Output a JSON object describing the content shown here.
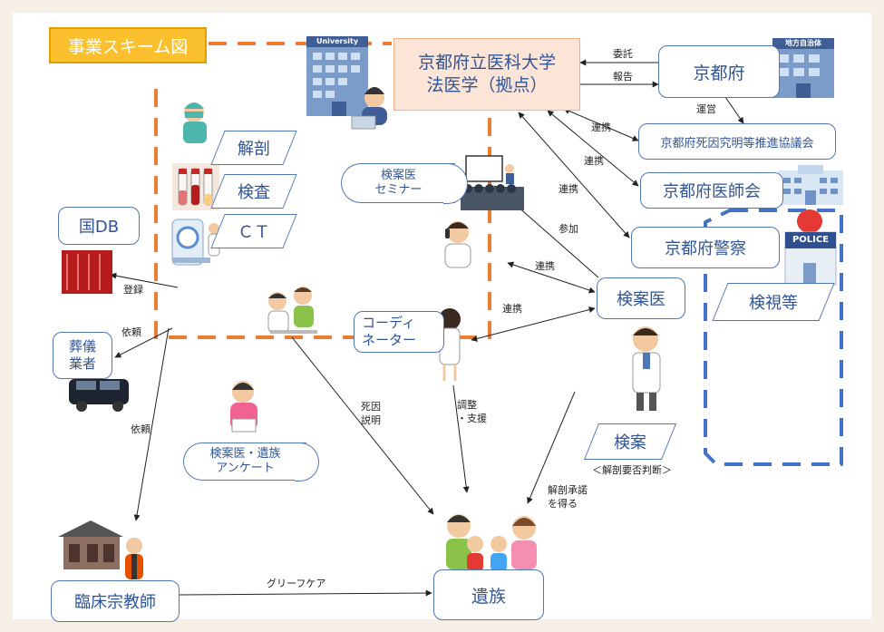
{
  "title": "事業スキーム図",
  "hub": {
    "line1": "京都府立医科大学",
    "line2": "法医学（拠点）"
  },
  "icon_labels": {
    "university": "University",
    "local_gov": "地方自治体",
    "police": "POLICE"
  },
  "nodes": {
    "kyoto_pref": "京都府",
    "council": "京都府死因究明等推進協議会",
    "medical_assoc": "京都府医師会",
    "police_dept": "京都府警察",
    "inspection": "検視等",
    "examiner": "検案医",
    "kenan": "検案",
    "kenan_note": "＜解剖要否判断＞",
    "coordinator_l1": "コーディ",
    "coordinator_l2": "ネーター",
    "seminar_l1": "検案医",
    "seminar_l2": "セミナー",
    "survey_l1": "検案医・遺族",
    "survey_l2": "アンケート",
    "national_db": "国DB",
    "funeral_l1": "葬儀",
    "funeral_l2": "業者",
    "chaplain": "臨床宗教師",
    "family": "遺族",
    "autopsy": "解剖",
    "test": "検査",
    "ct": "ＣＴ"
  },
  "edge_labels": {
    "entrust": "委託",
    "report": "報告",
    "operate": "運営",
    "cooperate": "連携",
    "participate": "参加",
    "register": "登録",
    "request": "依頼",
    "cause_l1": "死因",
    "cause_l2": "説明",
    "adjust_l1": "調整",
    "adjust_l2": "・支援",
    "consent_l1": "解剖承諾",
    "consent_l2": "を得る",
    "grief_care": "グリーフケア"
  },
  "colors": {
    "orange": "#f4b183",
    "dash_orange": "#ed7d31",
    "blue": "#4f77b6",
    "navy": "#2f5597",
    "dash_blue": "#4472c4",
    "title_fill": "#fbc02d"
  }
}
